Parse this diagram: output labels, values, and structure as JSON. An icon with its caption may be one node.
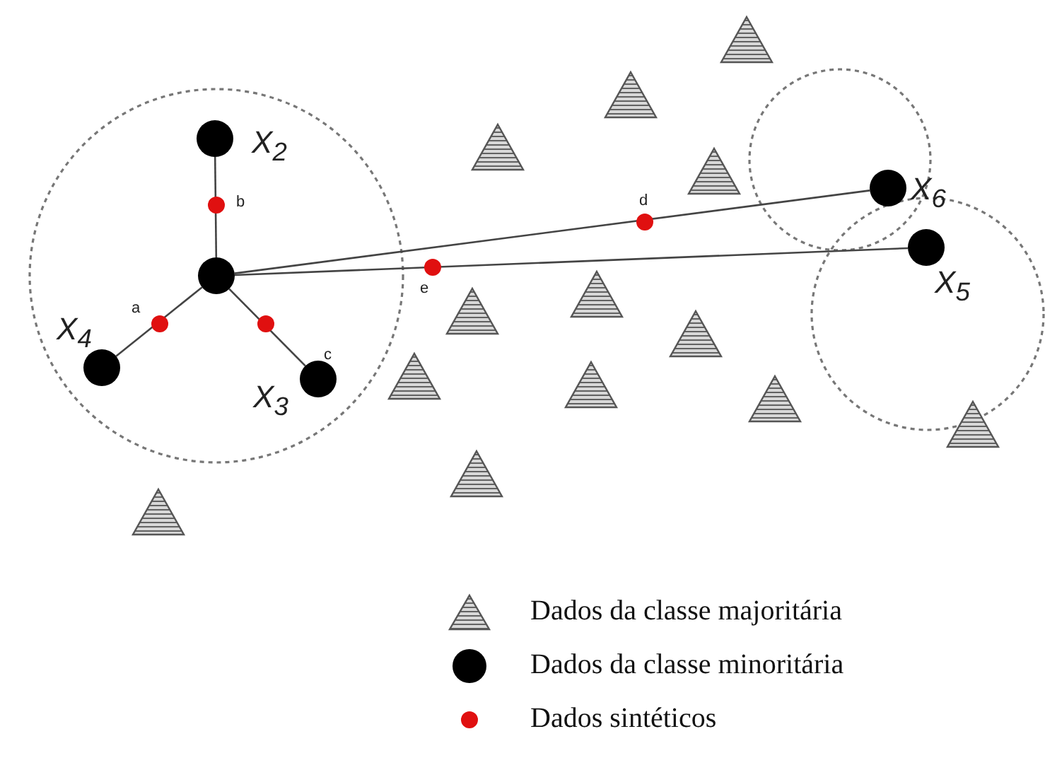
{
  "diagram": {
    "nodes": [
      {
        "text": [],
        "shape": "circle"
      },
      {
        "text": [],
        "shape": "circle",
        "beside": [
          "X$_{2}$"
        ]
      },
      {
        "text": [],
        "shape": "circle",
        "beside": [
          "X$_{3}$"
        ]
      },
      {
        "text": [],
        "shape": "circle",
        "beside": [
          "X$_{4}$"
        ]
      },
      {
        "text": [],
        "shape": "circle",
        "beside": [
          "X$_{5}$"
        ]
      },
      {
        "text": [],
        "shape": "circle",
        "beside": [
          "X$_{6}$"
        ]
      },
      {
        "text": [],
        "shape": "circle",
        "beside": [
          "a"
        ]
      },
      {
        "text": [],
        "shape": "circle",
        "beside": [
          "b"
        ]
      },
      {
        "text": [],
        "shape": "circle"
      },
      {
        "text": [],
        "shape": "circle",
        "beside": [
          "d"
        ]
      },
      {
        "text": [],
        "shape": "circle",
        "beside": [
          "e"
        ]
      },
      {
        "text": [],
        "shape": "triangle"
      },
      {
        "text": [],
        "shape": "triangle"
      },
      {
        "text": [],
        "shape": "triangle"
      },
      {
        "text": [],
        "shape": "triangle"
      },
      {
        "text": [],
        "shape": "triangle"
      },
      {
        "text": [],
        "shape": "triangle"
      },
      {
        "text": [],
        "shape": "triangle"
      },
      {
        "text": [],
        "shape": "triangle"
      },
      {
        "text": [],
        "shape": "triangle"
      },
      {
        "text": [],
        "shape": "triangle"
      },
      {
        "text": [],
        "shape": "triangle"
      },
      {
        "text": [],
        "shape": "triangle"
      },
      {
        "text": [],
        "shape": "triangle"
      }
    ],
    "edges": [
      {
        "from": 0,
        "to": 1,
        "arrow": "none"
      },
      {
        "from": 0,
        "to": 2,
        "arrow": "none"
      },
      {
        "from": 0,
        "to": 3,
        "arrow": "none"
      },
      {
        "from": 0,
        "to": 4,
        "arrow": "none"
      },
      {
        "from": 0,
        "to": 5,
        "arrow": "none"
      }
    ],
    "labels": [
      "c"
    ],
    "legend": [
      {
        "text": "Dados da classe majoritária"
      },
      {
        "text": "Dados da classe minoritária"
      },
      {
        "text": "Dados sintéticos"
      }
    ]
  }
}
